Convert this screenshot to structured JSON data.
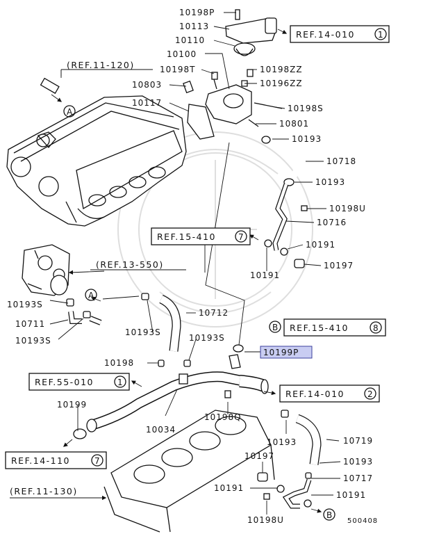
{
  "refs": {
    "r14_010_1": {
      "text": "REF.14-010",
      "circ": "1"
    },
    "r15_410_7": {
      "text": "REF.15-410",
      "circ": "7"
    },
    "r15_410_8": {
      "text": "REF.15-410",
      "circ": "8"
    },
    "r55_010_1": {
      "text": "REF.55-010",
      "circ": "1"
    },
    "r14_010_2": {
      "text": "REF.14-010",
      "circ": "2"
    },
    "r14_110_7": {
      "text": "REF.14-110",
      "circ": "7"
    },
    "r11_120": "(REF.11-120)",
    "r13_550": "(REF.13-550)",
    "r11_130": "(REF.11-130)"
  },
  "letters": {
    "a": "A",
    "b": "B"
  },
  "parts": {
    "p10198P": "10198P",
    "p10113": "10113",
    "p10110": "10110",
    "p10100": "10100",
    "p10198T": "10198T",
    "p10198ZZ": "10198ZZ",
    "p10196ZZ": "10196ZZ",
    "p10803": "10803",
    "p10117": "10117",
    "p10198S": "10198S",
    "p10801": "10801",
    "p10193_a": "10193",
    "p10718": "10718",
    "p10193_b": "10193",
    "p10198U_a": "10198U",
    "p10716": "10716",
    "p10191_a": "10191",
    "p10191_b": "10191",
    "p10197_a": "10197",
    "p10193S_a": "10193S",
    "p10711": "10711",
    "p10193S_b": "10193S",
    "p10193S_c": "10193S",
    "p10712": "10712",
    "p10193S_d": "10193S",
    "p10199P": "10199P",
    "p10198": "10198",
    "p10199": "10199",
    "p10034": "10034",
    "p10198Q": "10198Q",
    "p10193_c": "10193",
    "p10719": "10719",
    "p10197_b": "10197",
    "p10193_d": "10193",
    "p10717": "10717",
    "p10191_c": "10191",
    "p10191_d": "10191",
    "p10198U_b": "10198U"
  },
  "diagram_id": "500408",
  "colors": {
    "highlight": "#c9cdf2",
    "line": "#111111"
  }
}
